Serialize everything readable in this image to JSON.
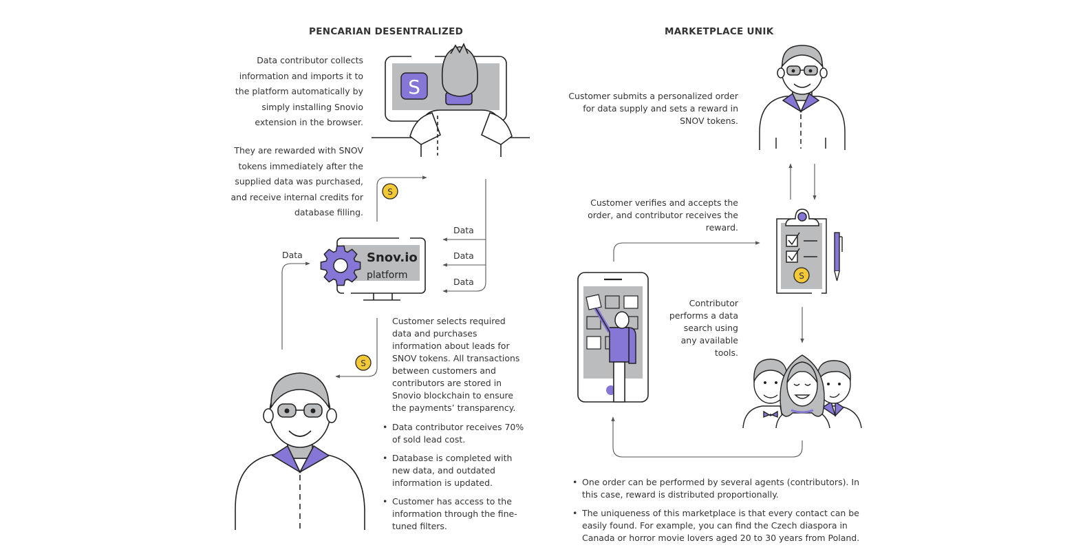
{
  "left": {
    "heading": "PENCARIAN DESENTRALIZED",
    "intro_text": "Data contributor collects information and imports it to the platform automatically by simply installing Snovio extension in the browser.",
    "reward_text": "They are rewarded with SNOV tokens immediately after the supplied data was purchased, and receive internal credits for database filling.",
    "platform": {
      "title": "Snov.io",
      "subtitle": "platform",
      "logo_letter": "S"
    },
    "data_labels": [
      "Data",
      "Data",
      "Data",
      "Data"
    ],
    "coin_symbol": "S",
    "customer_text": "Customer selects required data and purchases information about leads for SNOV tokens. All transactions between customers and contributors are stored in Snovio blockchain to ensure the payments’ transparency.",
    "bullets": [
      "Data contributor receives 70% of sold lead cost.",
      "Database is completed with new data, and outdated information is updated.",
      "Customer has access to the information through the fine-tuned filters."
    ]
  },
  "right": {
    "heading": "MARKETPLACE UNIK",
    "order_text": "Customer submits a personalized order for data supply and sets a reward in SNOV tokens.",
    "verify_text": "Customer verifies and accepts the order, and contributor receives the reward.",
    "search_text": "Contributor performs a data search using any available tools.",
    "coin_symbol": "S",
    "bullets": [
      "One order can be performed by several agents (contributors). In this case, reward is distributed proportionally.",
      "The uniqueness of this marketplace is that every contact can be easily found. For example, you can find the Czech diaspora in Canada or horror movie lovers aged 20 to 30 years from Poland."
    ]
  },
  "colors": {
    "accent": "#8676d6",
    "coin": "#f3c937",
    "gray_fill": "#bbbcbe",
    "stroke": "#222222"
  },
  "icons": [
    "monitor-icon",
    "gear-icon",
    "coin-icon",
    "person-icon",
    "clipboard-icon",
    "pen-icon",
    "smartphone-icon",
    "group-icon",
    "arrow-icon"
  ]
}
